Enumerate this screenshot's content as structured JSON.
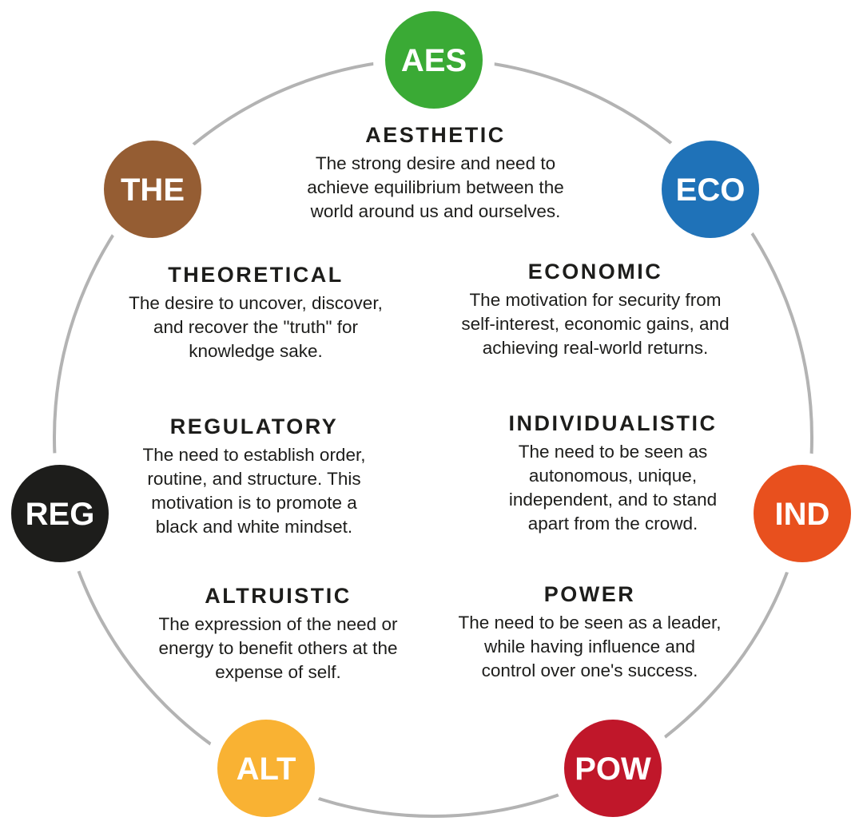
{
  "nodes": [
    {
      "abbr": "AES",
      "title": "AESTHETIC",
      "color": "#3aaa35",
      "desc": [
        "The strong desire and need to",
        "achieve equilibrium between the",
        "world around us and ourselves."
      ]
    },
    {
      "abbr": "ECO",
      "title": "ECONOMIC",
      "color": "#1f72b8",
      "desc": [
        "The motivation for security from",
        "self-interest, economic gains, and",
        "achieving real-world returns."
      ]
    },
    {
      "abbr": "IND",
      "title": "INDIVIDUALISTIC",
      "color": "#e8501e",
      "desc": [
        "The need to be seen as",
        "autonomous, unique,",
        "independent, and to stand",
        "apart from the crowd."
      ]
    },
    {
      "abbr": "POW",
      "title": "POWER",
      "color": "#c0172a",
      "desc": [
        "The need to be seen as a leader,",
        "while having influence and",
        "control over one's success."
      ]
    },
    {
      "abbr": "ALT",
      "title": "ALTRUISTIC",
      "color": "#f9b233",
      "desc": [
        "The expression of the need or",
        "energy to benefit others at the",
        "expense of self."
      ]
    },
    {
      "abbr": "REG",
      "title": "REGULATORY",
      "color": "#1d1d1b",
      "desc": [
        "The need to establish order,",
        "routine, and structure. This",
        "motivation is to promote a",
        "black and white mindset."
      ]
    },
    {
      "abbr": "THE",
      "title": "THEORETICAL",
      "color": "#955d33",
      "desc": [
        "The desire to uncover, discover,",
        "and recover the \"truth\" for",
        "knowledge sake."
      ]
    }
  ],
  "ring_color": "#b3b3b3"
}
